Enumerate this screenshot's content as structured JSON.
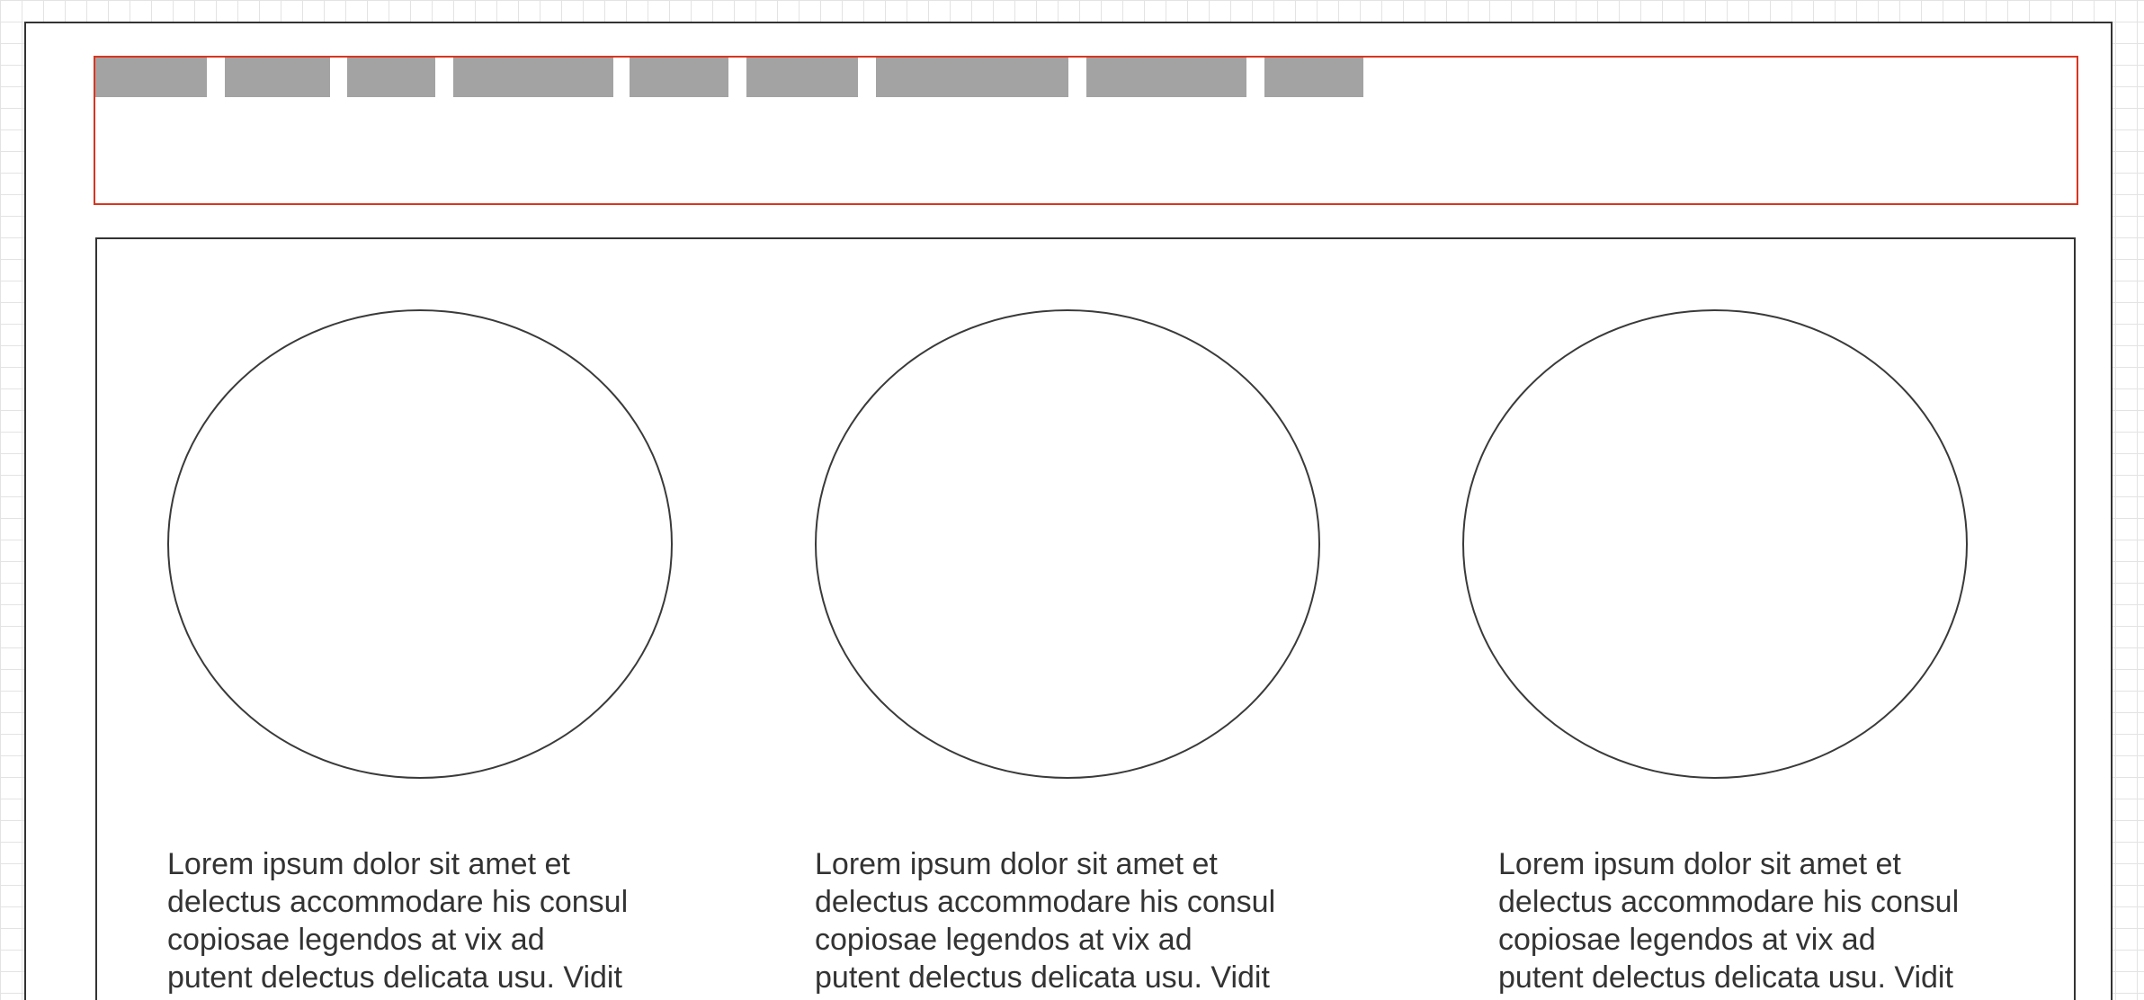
{
  "wireframe": {
    "nav": {
      "tab_count": 9,
      "tab_color": "#a3a3a3",
      "border_color": "#d9351f"
    },
    "cards": [
      {
        "image": "circle-image-placeholder",
        "text": "Lorem ipsum dolor sit amet et\ndelectus accommodare his consul\ncopiosae legendos at vix ad\nputent delectus delicata usu. Vidit"
      },
      {
        "image": "circle-image-placeholder",
        "text": "Lorem ipsum dolor sit amet et\ndelectus accommodare his consul\ncopiosae legendos at vix ad\nputent delectus delicata usu. Vidit"
      },
      {
        "image": "circle-image-placeholder",
        "text": "Lorem ipsum dolor sit amet et\ndelectus accommodare his consul\ncopiosae legendos at vix ad\nputent delectus delicata usu. Vidit"
      }
    ],
    "colors": {
      "frame_border": "#333333",
      "text": "#333333",
      "grid": "#e3e3e3"
    }
  }
}
